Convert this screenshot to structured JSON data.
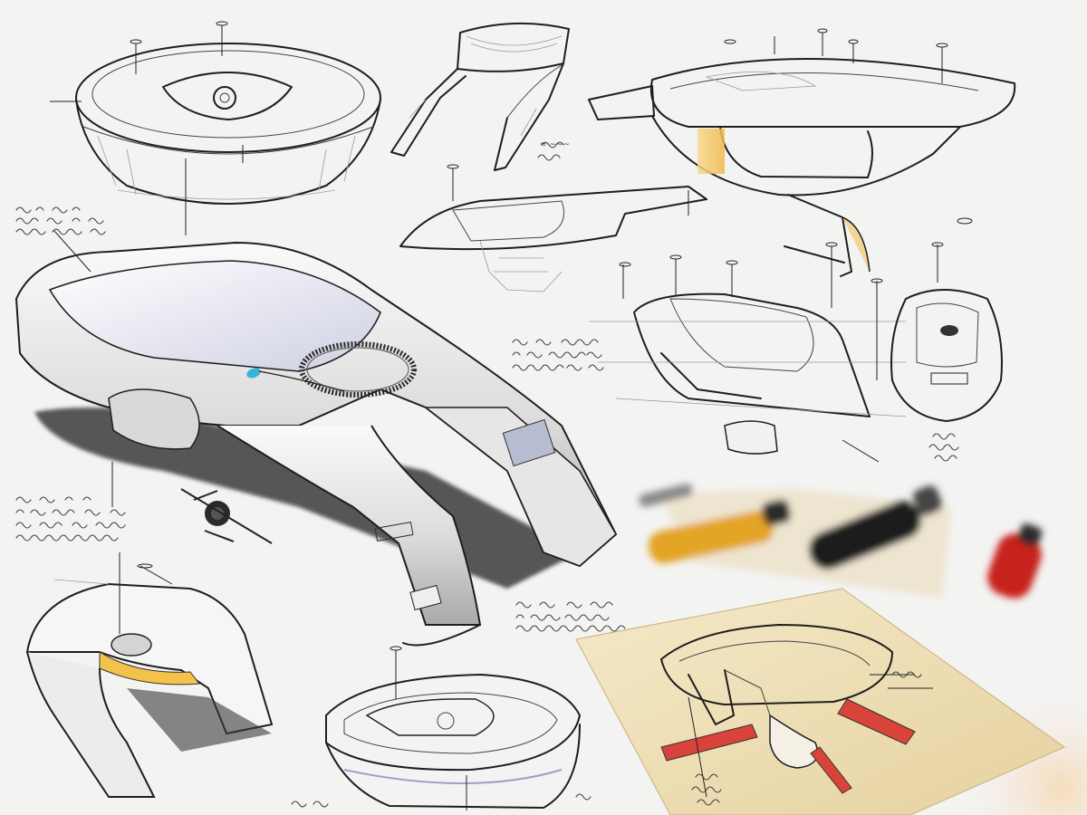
{
  "sheet": {
    "background": "#f3f3f2",
    "ink": "#1e1e1e",
    "accent_colors": {
      "yellow": "#f1c35a",
      "paper": "#efe0b8",
      "marker_black": "#1a1a1a",
      "marker_red": "#c8201c",
      "marker_yellow": "#e3a526",
      "highlight_blue": "#3ab4d6",
      "red_strip": "#d8443a"
    }
  },
  "sketches": [
    {
      "name": "top-left-oval-bowl"
    },
    {
      "name": "top-center-arch-stand"
    },
    {
      "name": "top-right-tub-module"
    },
    {
      "name": "center-tray"
    },
    {
      "name": "main-rendered-arch-product"
    },
    {
      "name": "right-cross-section"
    },
    {
      "name": "right-small-pod"
    },
    {
      "name": "bottom-left-seat-module"
    },
    {
      "name": "bottom-center-oval-basin"
    },
    {
      "name": "bottom-right-paper-sketch"
    }
  ],
  "props": [
    {
      "name": "yellow-marker",
      "color": "#e3a526"
    },
    {
      "name": "black-marker",
      "color": "#1a1a1a"
    },
    {
      "name": "red-marker",
      "color": "#c8201c"
    },
    {
      "name": "sketch-paper-sheet",
      "color": "#efe0b8"
    }
  ]
}
